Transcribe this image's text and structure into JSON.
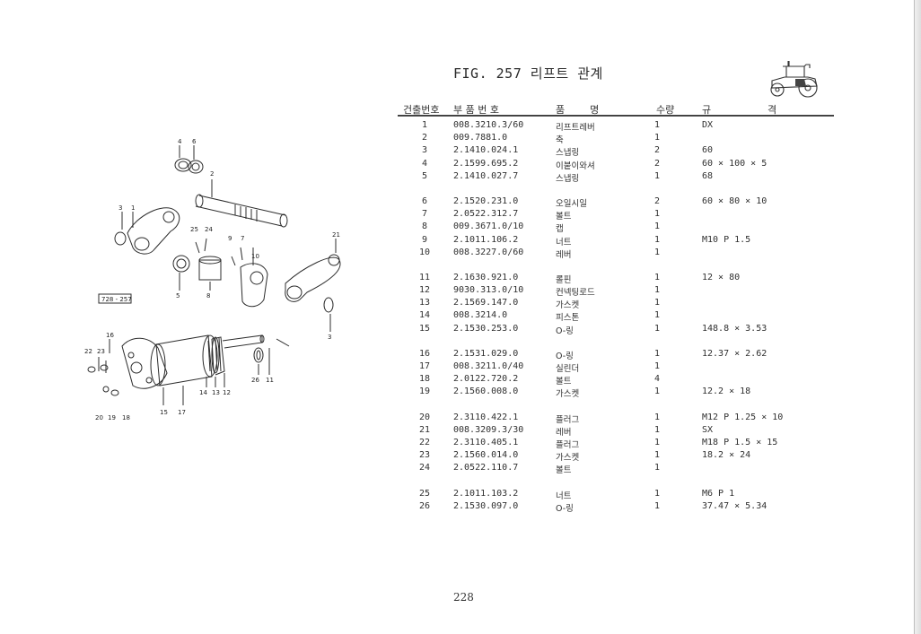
{
  "title": "FIG. 257 리프트 관계",
  "table": {
    "headers": {
      "index": "건출번호",
      "part_no": "부 품 번 호",
      "name": "품        명",
      "qty": "수량",
      "spec_a": "규",
      "spec_b": "격"
    },
    "rows": [
      {
        "no": "1",
        "part_no": "008.3210.3/60",
        "name": "리프트레버",
        "qty": "1",
        "spec": "DX"
      },
      {
        "no": "2",
        "part_no": "009.7881.0",
        "name": "축",
        "qty": "1",
        "spec": ""
      },
      {
        "no": "3",
        "part_no": "2.1410.024.1",
        "name": "스냅링",
        "qty": "2",
        "spec": "60"
      },
      {
        "no": "4",
        "part_no": "2.1599.695.2",
        "name": "이붙이와셔",
        "qty": "2",
        "spec": "60 × 100 × 5"
      },
      {
        "no": "5",
        "part_no": "2.1410.027.7",
        "name": "스냅링",
        "qty": "1",
        "spec": "68"
      },
      {
        "no": "6",
        "part_no": "2.1520.231.0",
        "name": "오일시일",
        "qty": "2",
        "spec": "60 × 80 × 10"
      },
      {
        "no": "7",
        "part_no": "2.0522.312.7",
        "name": "볼트",
        "qty": "1",
        "spec": ""
      },
      {
        "no": "8",
        "part_no": "009.3671.0/10",
        "name": "캡",
        "qty": "1",
        "spec": ""
      },
      {
        "no": "9",
        "part_no": "2.1011.106.2",
        "name": "너트",
        "qty": "1",
        "spec": "M10 P 1.5"
      },
      {
        "no": "10",
        "part_no": "008.3227.0/60",
        "name": "레버",
        "qty": "1",
        "spec": ""
      },
      {
        "no": "11",
        "part_no": "2.1630.921.0",
        "name": "롤핀",
        "qty": "1",
        "spec": "12 × 80"
      },
      {
        "no": "12",
        "part_no": "9030.313.0/10",
        "name": "컨넥팅로드",
        "qty": "1",
        "spec": ""
      },
      {
        "no": "13",
        "part_no": "2.1569.147.0",
        "name": "가스켓",
        "qty": "1",
        "spec": ""
      },
      {
        "no": "14",
        "part_no": "008.3214.0",
        "name": "피스톤",
        "qty": "1",
        "spec": ""
      },
      {
        "no": "15",
        "part_no": "2.1530.253.0",
        "name": "O-링",
        "qty": "1",
        "spec": "148.8 × 3.53"
      },
      {
        "no": "16",
        "part_no": "2.1531.029.0",
        "name": "O-링",
        "qty": "1",
        "spec": "12.37 × 2.62"
      },
      {
        "no": "17",
        "part_no": "008.3211.0/40",
        "name": "실린더",
        "qty": "1",
        "spec": ""
      },
      {
        "no": "18",
        "part_no": "2.0122.720.2",
        "name": "볼트",
        "qty": "4",
        "spec": ""
      },
      {
        "no": "19",
        "part_no": "2.1560.008.0",
        "name": "가스켓",
        "qty": "1",
        "spec": "12.2 × 18"
      },
      {
        "no": "20",
        "part_no": "2.3110.422.1",
        "name": "플러그",
        "qty": "1",
        "spec": "M12 P 1.25 × 10"
      },
      {
        "no": "21",
        "part_no": "008.3209.3/30",
        "name": "레버",
        "qty": "1",
        "spec": "SX"
      },
      {
        "no": "22",
        "part_no": "2.3110.405.1",
        "name": "플러그",
        "qty": "1",
        "spec": "M18 P 1.5 × 15"
      },
      {
        "no": "23",
        "part_no": "2.1560.014.0",
        "name": "가스켓",
        "qty": "1",
        "spec": "18.2 × 24"
      },
      {
        "no": "24",
        "part_no": "2.0522.110.7",
        "name": "볼트",
        "qty": "1",
        "spec": ""
      },
      {
        "no": "25",
        "part_no": "2.1011.103.2",
        "name": "너트",
        "qty": "1",
        "spec": "M6 P 1"
      },
      {
        "no": "26",
        "part_no": "2.1530.097.0",
        "name": "O-링",
        "qty": "1",
        "spec": "37.47 × 5.34"
      }
    ]
  },
  "diagram": {
    "figure_code": "728 - 257",
    "callouts": [
      "1",
      "2",
      "3",
      "3",
      "4",
      "5",
      "6",
      "7",
      "8",
      "9",
      "10",
      "11",
      "12",
      "13",
      "14",
      "15",
      "16",
      "17",
      "18",
      "19",
      "20",
      "21",
      "22",
      "23",
      "24",
      "25",
      "26"
    ]
  },
  "page_number": "228"
}
